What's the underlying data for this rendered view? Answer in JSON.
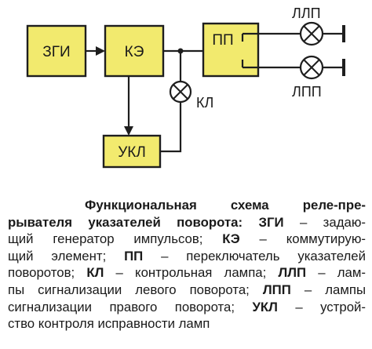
{
  "colors": {
    "block_fill": "#f2ea6e",
    "line": "#1e1e1e"
  },
  "diagram": {
    "blocks": {
      "zgi": "ЗГИ",
      "ke": "КЭ",
      "pp": "ПП",
      "ukl": "УКЛ"
    },
    "lamps": {
      "llp": "ЛЛП",
      "lpp": "ЛПП",
      "kl": "КЛ"
    }
  },
  "caption": {
    "title_line1": "Функциональная схема реле-пре-",
    "title_line2": "рывателя указателей поворота:",
    "line2_term1": "ЗГИ",
    "line2_rest": " – задаю-",
    "line3_text": "щий генератор импульсов; ",
    "line3_term": "КЭ",
    "line3_rest": " – коммутирую-",
    "line4_text": "щий элемент; ",
    "line4_term": "ПП",
    "line4_rest": " – переключатель указателей",
    "line5_text": "поворотов; ",
    "line5_term": "КЛ",
    "line5_mid": " – контрольная лампа; ",
    "line5_term2": "ЛЛП",
    "line5_rest": " – лам-",
    "line6_text": "пы сигнализации левого поворота; ",
    "line6_term": "ЛПП",
    "line6_rest": " – лампы",
    "line7_text": "сигнализации правого поворота; ",
    "line7_term": "УКЛ",
    "line7_rest": " – устрой-",
    "line8_text": "ство контроля исправности ламп"
  }
}
